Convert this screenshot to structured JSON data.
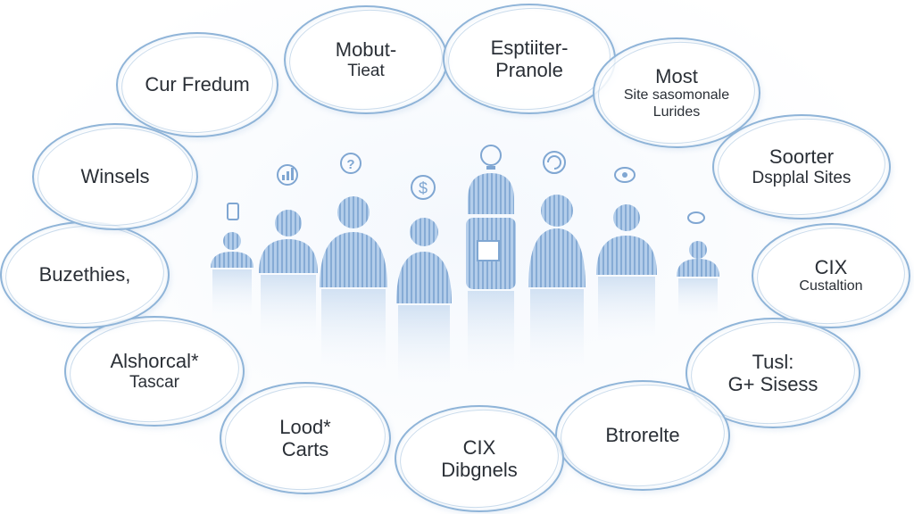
{
  "colors": {
    "outline": "#8fb4d8",
    "figure_fill": "#a9c6e6",
    "figure_stripe": "#7fa6d2",
    "text": "#2a2f36"
  },
  "bubbles": [
    {
      "lines": [
        "Cur Fredum"
      ]
    },
    {
      "lines": [
        "Mobut-",
        "Tieat"
      ]
    },
    {
      "lines": [
        "Esptiiter-",
        "Pranole"
      ]
    },
    {
      "lines": [
        "Most",
        "Site sasomonale",
        "Lurides"
      ]
    },
    {
      "lines": [
        "Soorter",
        "Dspplal Sites"
      ]
    },
    {
      "lines": [
        "CIX",
        "Custaltion"
      ]
    },
    {
      "lines": [
        "Tusl:",
        "G+ Sisess"
      ]
    },
    {
      "lines": [
        "Btrorelte"
      ]
    },
    {
      "lines": [
        "CIX",
        "Dibgnels"
      ]
    },
    {
      "lines": [
        "Lood*",
        "Carts"
      ]
    },
    {
      "lines": [
        "Alshorcal*",
        "Tascar"
      ]
    },
    {
      "lines": [
        "Buzethies,"
      ]
    },
    {
      "lines": [
        "Winsels"
      ]
    }
  ],
  "figures": {
    "icons": [
      "phone-icon",
      "chart-icon",
      "question-icon",
      "dollar-icon",
      "lightbulb-icon",
      "refresh-icon",
      "eye-icon",
      "link-icon"
    ],
    "person_count": 8
  }
}
